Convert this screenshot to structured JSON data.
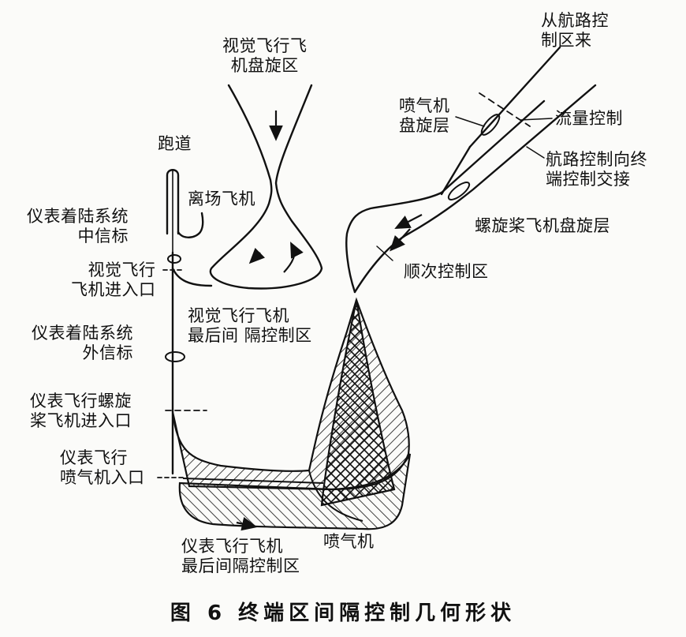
{
  "labels": {
    "visual_holding": "视觉飞行飞\n机盘旋区",
    "from_enroute": "从航路控\n制区来",
    "jet_holding": "喷气机\n盘旋层",
    "flow_control": "流量控制",
    "handoff": "航路控制向终\n端控制交接",
    "runway": "跑道",
    "departure": "离场飞机",
    "middle_marker": "仪表着陆系统\n中信标",
    "vfr_entry": "视觉飞行\n飞机进入口",
    "prop_holding": "螺旋桨飞机盘旋层",
    "sequencing": "顺次控制区",
    "vfr_final": "视觉飞行飞机\n最后间 隔控制区",
    "outer_marker": "仪表着陆系统\n外信标",
    "ifr_prop_entry": "仪表飞行螺旋\n桨飞机进入口",
    "ifr_jet_entry": "仪表飞行\n喷气机入口",
    "ifr_final": "仪表飞行飞机\n最后间隔控制区",
    "jet": "喷气机"
  },
  "caption": "图 6   终端区间隔控制几何形状"
}
